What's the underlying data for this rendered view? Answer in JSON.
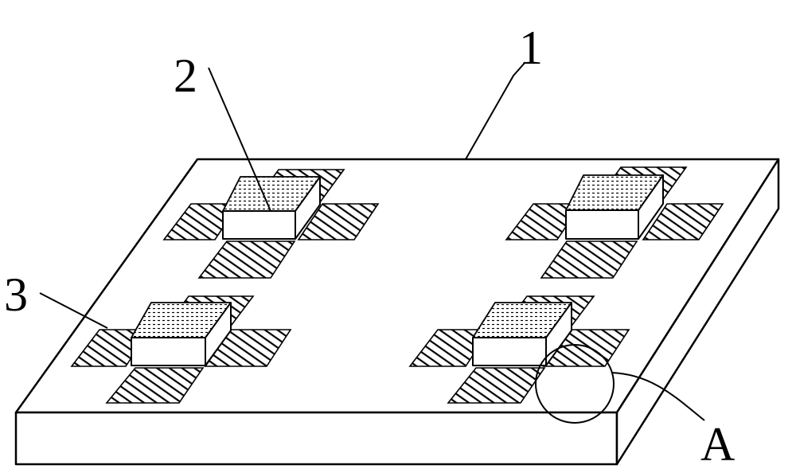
{
  "labels": {
    "board": "1",
    "block": "2",
    "pad": "3",
    "detail": "A"
  },
  "colors": {
    "line": "#000000",
    "background": "#ffffff"
  }
}
